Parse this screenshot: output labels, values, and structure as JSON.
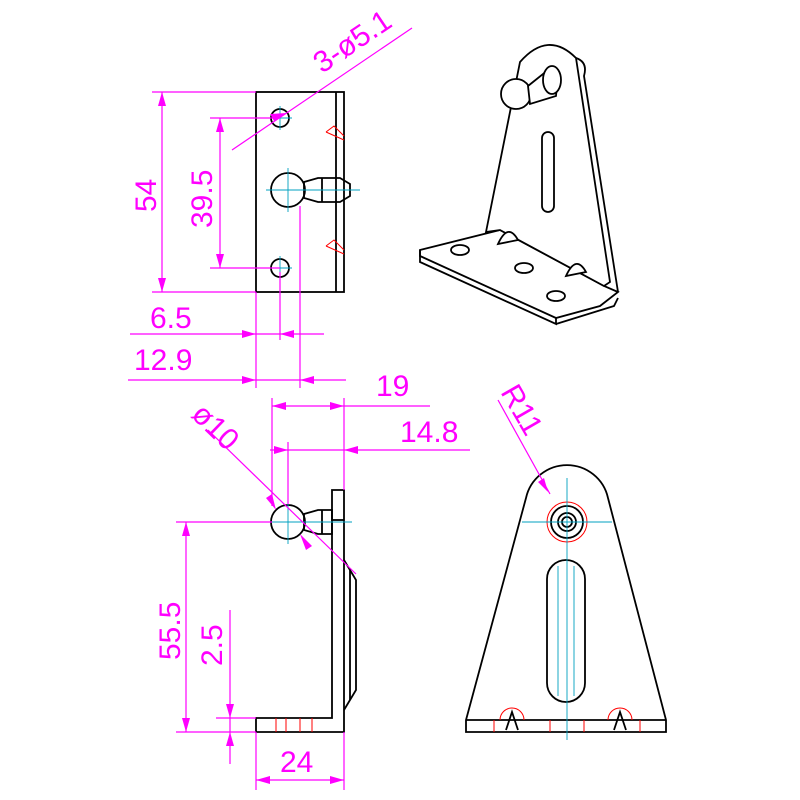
{
  "drawing": {
    "dimensions": {
      "holes": "3-ø5.1",
      "height_total": "54",
      "hole_spacing": "39.5",
      "hole_offset": "6.5",
      "ball_offset": "12.9",
      "depth_total": "19",
      "depth_ball": "14.8",
      "ball_diameter": "ø10",
      "ball_height": "55.5",
      "thickness": "2.5",
      "base_width": "24",
      "top_radius": "R11"
    },
    "colors": {
      "dimension": "#ff00ff",
      "object": "#000000",
      "centerline": "#00a0c0",
      "hidden": "#ff0000"
    }
  }
}
